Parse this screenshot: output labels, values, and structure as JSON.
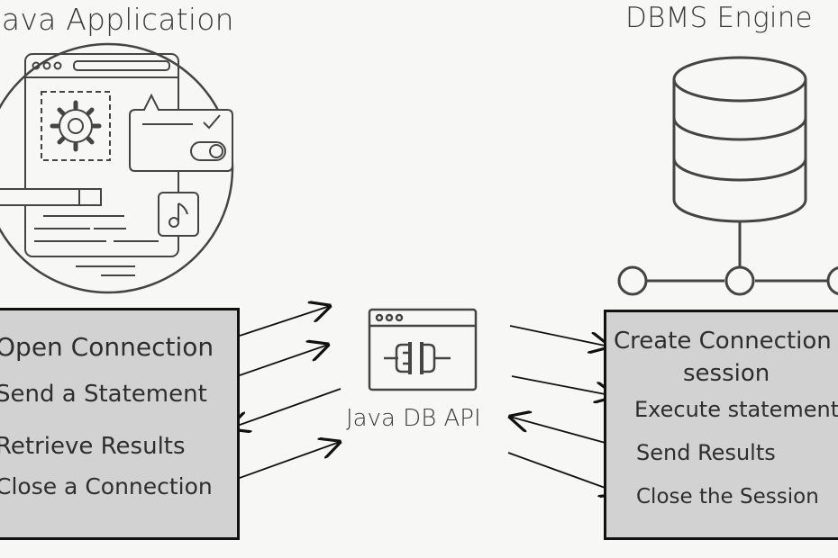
{
  "left": {
    "title": "Java Application",
    "steps": [
      "Open Connection",
      "Send a Statement",
      "Retrieve Results",
      "Close a Connection"
    ]
  },
  "center": {
    "label": "Java DB API",
    "icon": "plug-connector-icon"
  },
  "right": {
    "title": "DBMS Engine",
    "steps": [
      "Create Connection",
      "session",
      "Execute statement",
      "Send Results",
      "Close the Session"
    ],
    "icon": "database-cylinder-icon"
  }
}
